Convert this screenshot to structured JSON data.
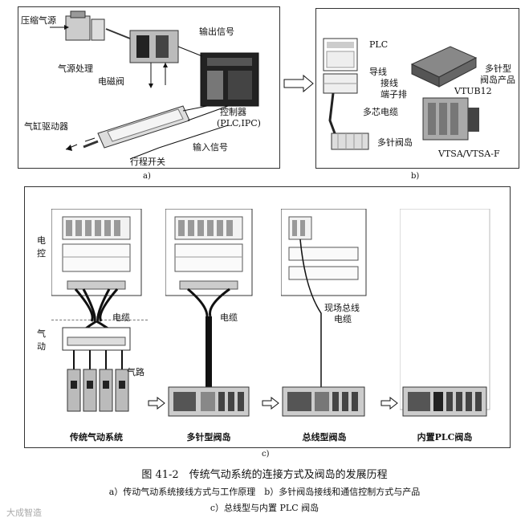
{
  "panel_a": {
    "label": "a)",
    "compressed_air": "压缩气源",
    "air_treatment": "气源处理",
    "solenoid_valve": "电磁阀",
    "output_signal": "输出信号",
    "controller": "控制器",
    "controller_types": "(PLC,IPC)",
    "cylinder_actuator": "气缸驱动器",
    "input_signal": "输入信号",
    "travel_switch": "行程开关"
  },
  "panel_b": {
    "label": "b)",
    "plc": "PLC",
    "wire": "导线",
    "wiring": "接线",
    "terminal_strip": "端子排",
    "multicore_cable": "多芯电缆",
    "multipin_island": "多针阀岛",
    "product_title_1": "多针型",
    "product_title_2": "阀岛产品",
    "vtub": "VTUB12",
    "vtsa": "VTSA/VTSA-F"
  },
  "panel_c": {
    "label": "c)",
    "electric_control_1": "电",
    "electric_control_2": "控",
    "pneumatic_1": "气",
    "pneumatic_2": "动",
    "cable_1": "电缆",
    "air_path": "气路",
    "cable_2": "电缆",
    "fieldbus_1": "现场总线",
    "fieldbus_2": "电缆",
    "stages": [
      "传统气动系统",
      "多针型阀岛",
      "总线型阀岛",
      "内置PLC阀岛"
    ]
  },
  "caption": {
    "title": "图 41-2　传统气动系统的连接方式及阀岛的发展历程",
    "line1": "a）传动气动系统接线方式与工作原理　b）多针阀岛接线和通信控制方式与产品",
    "line2": "c）总线型与内置 PLC 阀岛"
  },
  "watermark": "大成智造"
}
